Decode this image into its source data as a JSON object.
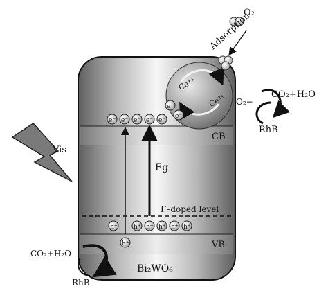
{
  "labels": {
    "vis": "Vis",
    "cb": "CB",
    "vb": "VB",
    "eg": "Eg",
    "f_doped_level": "F–doped level",
    "material": "Bi₂WO₆",
    "adsorption": "Adsorption",
    "o2": "O₂",
    "o2_radical": "O₂−",
    "ce4": "Ce⁴⁺",
    "ce3": "Ce³⁺",
    "co2_h2o_right": "CO₂+H₂O",
    "rhb_right": "RhB",
    "co2_h2o_left": "CO₂+H₂O",
    "rhb_left": "RhB",
    "electron": "e⁻",
    "hole": "h⁺"
  },
  "counts": {
    "cb_electrons": 5,
    "vb_holes": 6
  },
  "colors": {
    "line": "#111111",
    "body_dark": "#6e6e6e",
    "body_light": "#f4f4f4",
    "sphere": "#8a8a8a"
  }
}
